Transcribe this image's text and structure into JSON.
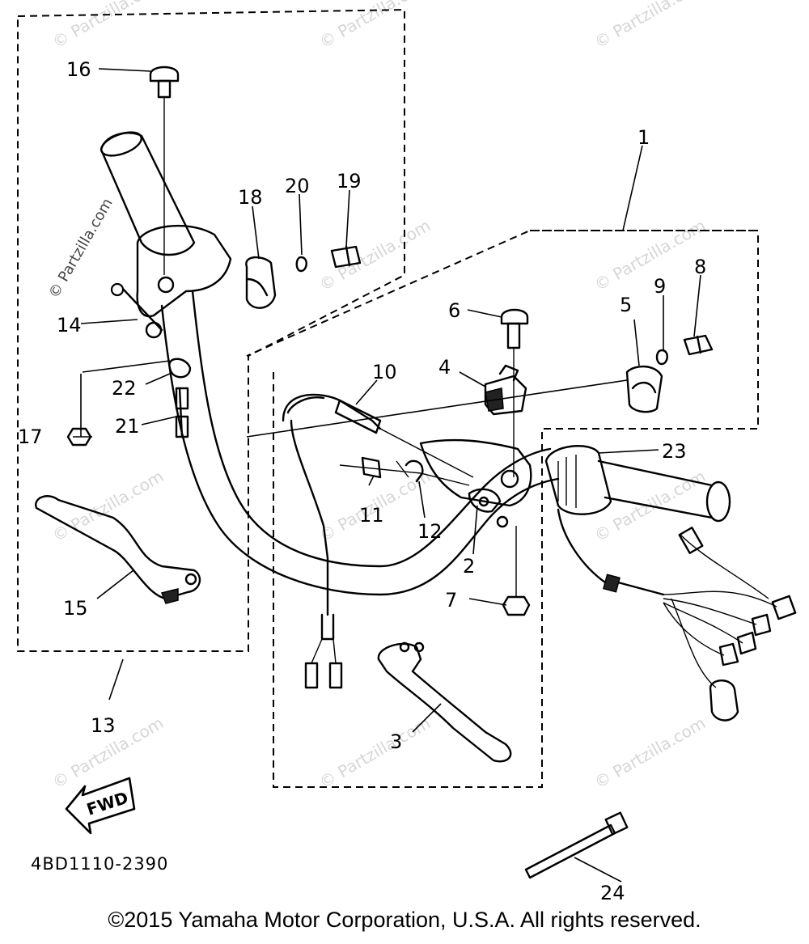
{
  "diagram": {
    "part_code": "4BD1110-2390",
    "fwd_label": "FWD",
    "watermark": "© Partzilla.com",
    "copyright": "©2015 Yamaha Motor Corporation, U.S.A. All rights reserved.",
    "callouts": [
      "1",
      "2",
      "3",
      "4",
      "5",
      "6",
      "7",
      "8",
      "9",
      "10",
      "11",
      "12",
      "13",
      "14",
      "15",
      "16",
      "17",
      "18",
      "19",
      "20",
      "21",
      "22",
      "23",
      "24"
    ]
  }
}
